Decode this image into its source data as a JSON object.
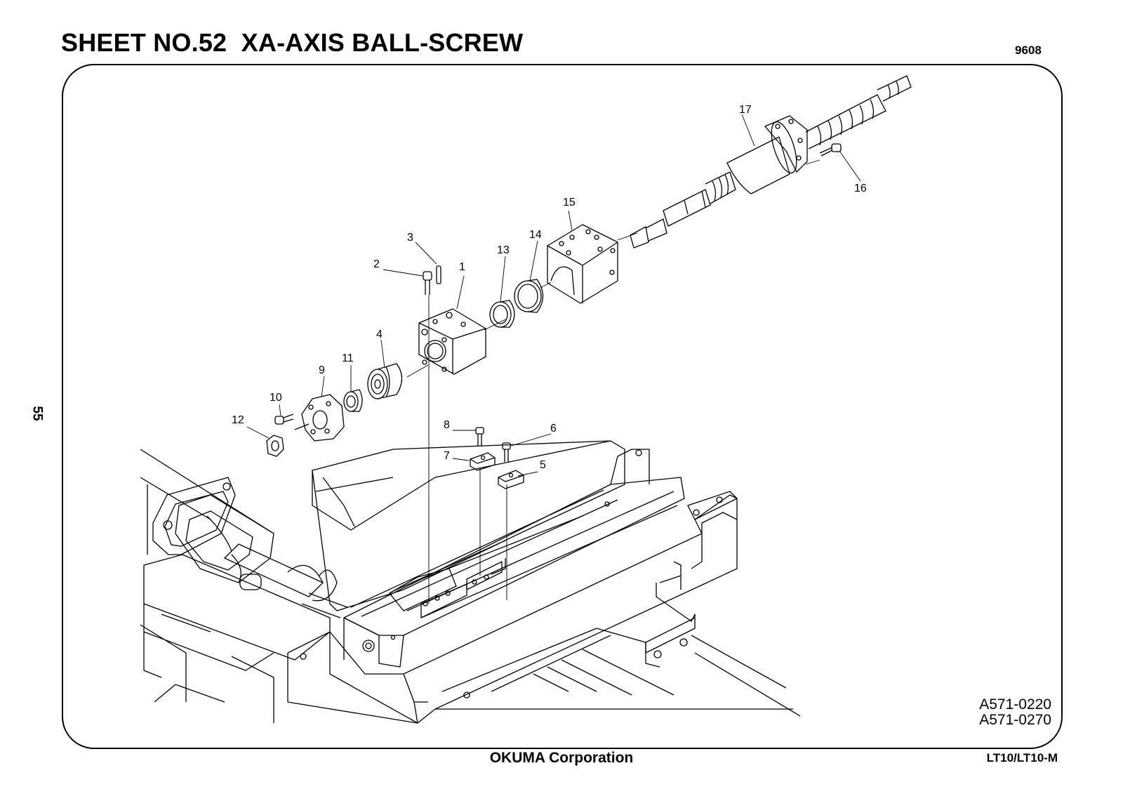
{
  "header": {
    "title": "SHEET NO.52  XA-AXIS BALL-SCREW",
    "code": "9608",
    "page_number": "55"
  },
  "drawing": {
    "refs": [
      "A571-0220",
      "A571-0270"
    ],
    "callouts": [
      "1",
      "2",
      "3",
      "4",
      "5",
      "6",
      "7",
      "8",
      "9",
      "10",
      "11",
      "12",
      "13",
      "14",
      "15",
      "16",
      "17"
    ]
  },
  "footer": {
    "company": "OKUMA Corporation",
    "model": "LT10/LT10-M"
  }
}
